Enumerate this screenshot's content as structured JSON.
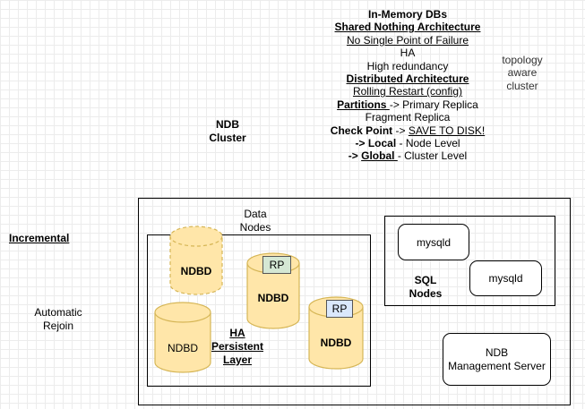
{
  "notes": {
    "title": "In-Memory DBs",
    "shared_nothing": "Shared Nothing Architecture",
    "no_spof": "No Single Point of Failure",
    "ha": "HA",
    "high_redundancy": "High redundancy",
    "distributed": "Distributed Architecture",
    "rolling_restart": "Rolling Restart (config)",
    "partitions": "Partitions ",
    "partitions_rest": "-> Primary Replica",
    "fragment": "Fragment Replica",
    "checkpoint": "Check Point",
    "checkpoint_arrow": " -> ",
    "save_to_disk": "SAVE TO DISK!",
    "local_arrow": "-> ",
    "local": "Local",
    "local_rest": " - Node Level",
    "global_arrow": "-> ",
    "global": "Global ",
    "global_rest": "- Cluster Level"
  },
  "topology": {
    "line1": "topology",
    "line2": "aware",
    "line3": "cluster"
  },
  "ndb_cluster": {
    "line1": "NDB",
    "line2": "Cluster"
  },
  "incremental": "Incremental",
  "automatic_rejoin": {
    "line1": "Automatic",
    "line2": "Rejoin"
  },
  "data_nodes": {
    "line1": "Data",
    "line2": "Nodes"
  },
  "ndbd": {
    "dashed": "NDBD",
    "rp_left": "NDBD",
    "rp_right": "NDBD",
    "bottom": "NDBD"
  },
  "rp_left": "RP",
  "rp_right": "RP",
  "ha_persistent": {
    "line1": "HA",
    "line2": "Persistent",
    "line3": "Layer"
  },
  "sql": {
    "mysqld1": "mysqld",
    "mysqld2": "mysqld",
    "line1": "SQL",
    "line2": "Nodes"
  },
  "mgmt": {
    "line1": "NDB",
    "line2": "Management Server"
  },
  "colors": {
    "cylinder_fill": "#ffe6a9",
    "cylinder_stroke": "#d6b656",
    "rp_green": "#d5e8d4",
    "rp_blue": "#dae8fc"
  }
}
